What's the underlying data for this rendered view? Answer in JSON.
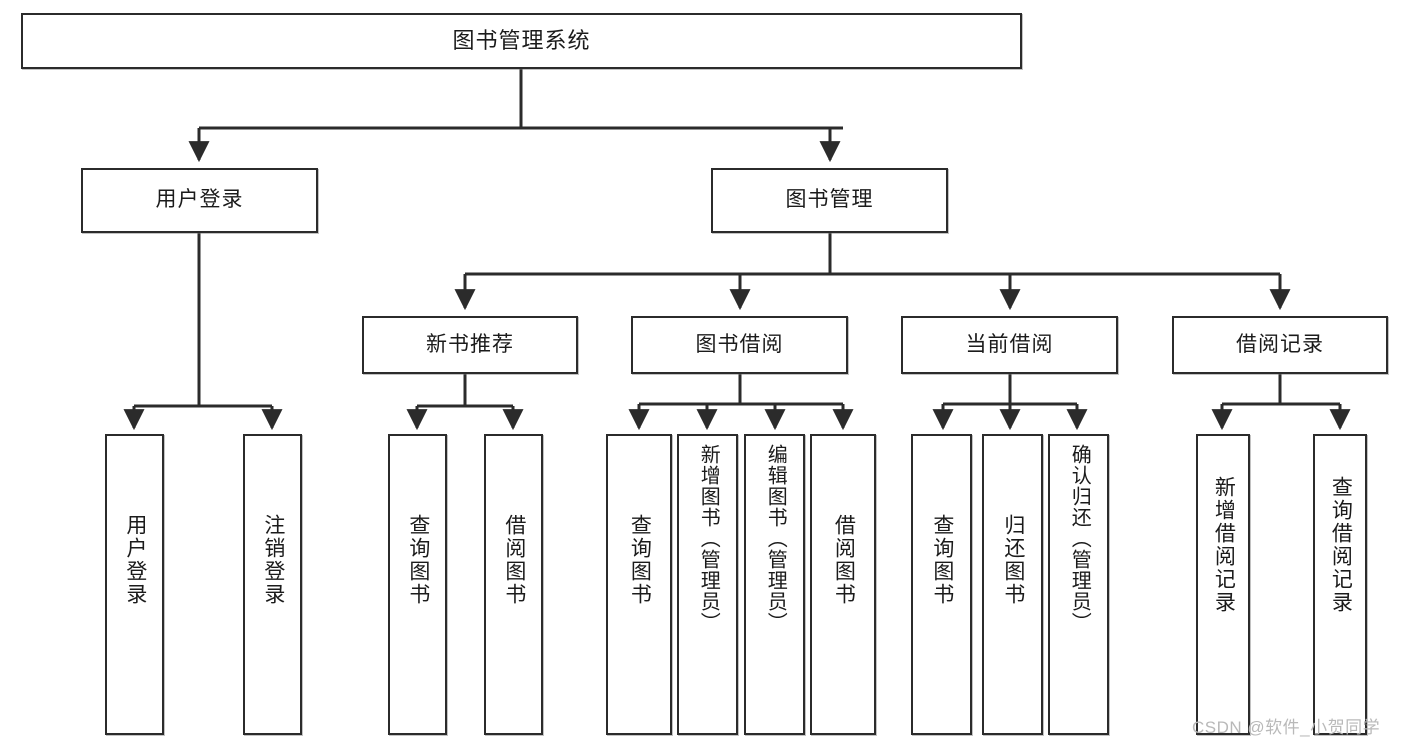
{
  "diagram": {
    "type": "tree-hierarchy",
    "title": "图书管理系统",
    "orientation": "top-down",
    "colors": {
      "box_border": "#2b2b2b",
      "box_fill": "#ffffff",
      "edge": "#2b2b2b",
      "text": "#1b1b1b",
      "watermark": "#b9b9b9"
    }
  },
  "root": {
    "label": "图书管理系统"
  },
  "level2": [
    {
      "label": "用户登录"
    },
    {
      "label": "图书管理"
    }
  ],
  "level3": [
    {
      "label": "新书推荐"
    },
    {
      "label": "图书借阅"
    },
    {
      "label": "当前借阅"
    },
    {
      "label": "借阅记录"
    }
  ],
  "leaves": {
    "user_login": [
      {
        "label": "用户登录"
      },
      {
        "label": "注销登录"
      }
    ],
    "new_book_recommend": [
      {
        "label": "查询图书"
      },
      {
        "label": "借阅图书"
      }
    ],
    "book_borrow": [
      {
        "label": "查询图书"
      },
      {
        "label": "新增图书（管理员）"
      },
      {
        "label": "编辑图书（管理员）"
      },
      {
        "label": "借阅图书"
      }
    ],
    "current_borrow": [
      {
        "label": "查询图书"
      },
      {
        "label": "归还图书"
      },
      {
        "label": "确认归还（管理员）"
      }
    ],
    "borrow_record": [
      {
        "label": "新增借阅记录"
      },
      {
        "label": "查询借阅记录"
      }
    ]
  },
  "watermark": {
    "text": "CSDN @软件_小贺同学"
  }
}
